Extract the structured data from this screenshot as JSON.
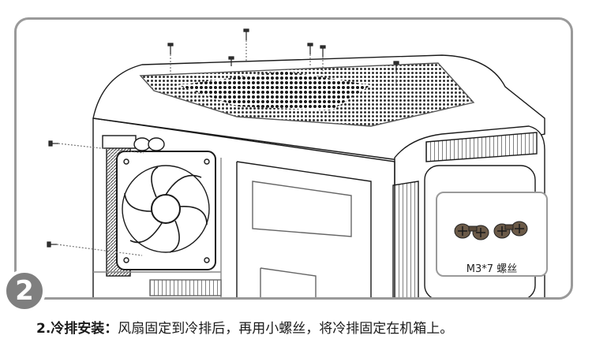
{
  "step": {
    "number": "2"
  },
  "inset": {
    "label": "M3*7 螺丝"
  },
  "caption": {
    "title": "2.冷排安装：",
    "body": "风扇固定到冷排后，再用小螺丝，将冷排固定在机箱上。"
  }
}
